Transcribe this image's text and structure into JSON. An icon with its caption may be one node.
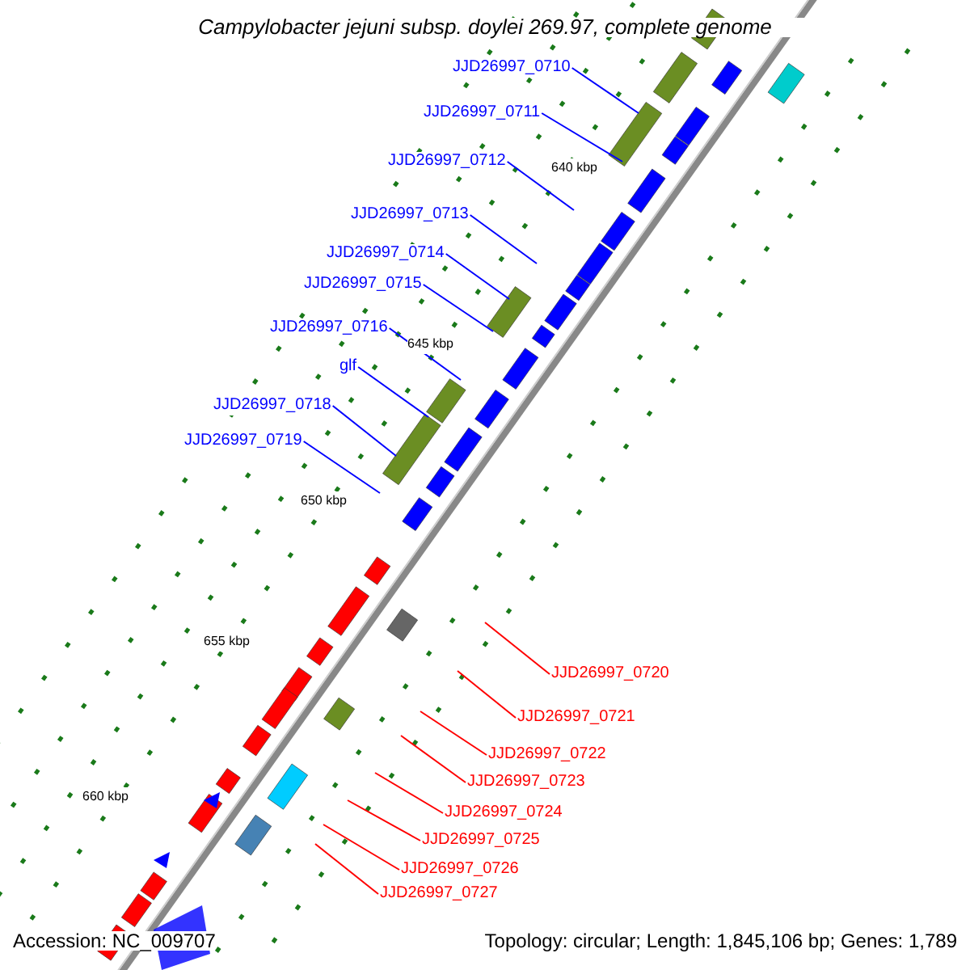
{
  "diagram": {
    "title": "Campylobacter jejuni subsp. doylei 269.97, complete genome",
    "nodes": [
      {
        "text": [
          "JJD26997_0710"
        ]
      },
      {
        "text": [
          "JJD26997_0711"
        ]
      },
      {
        "text": [
          "JJD26997_0712"
        ]
      },
      {
        "text": [
          "JJD26997_0713"
        ]
      },
      {
        "text": [
          "JJD26997_0714"
        ]
      },
      {
        "text": [
          "JJD26997_0715"
        ]
      },
      {
        "text": [
          "JJD26997_0716"
        ]
      },
      {
        "text": [
          "glf"
        ]
      },
      {
        "text": [
          "JJD26997_0718"
        ]
      },
      {
        "text": [
          "JJD26997_0719"
        ]
      },
      {
        "text": [
          "JJD26997_0720"
        ]
      },
      {
        "text": [
          "JJD26997_0721"
        ]
      },
      {
        "text": [
          "JJD26997_0722"
        ]
      },
      {
        "text": [
          "JJD26997_0723"
        ]
      },
      {
        "text": [
          "JJD26997_0724"
        ]
      },
      {
        "text": [
          "JJD26997_0725"
        ]
      },
      {
        "text": [
          "JJD26997_0726"
        ]
      },
      {
        "text": [
          "JJD26997_0727"
        ]
      }
    ],
    "edges": [
      {
        "from": 0,
        "to": null,
        "arrow": "none"
      },
      {
        "from": 1,
        "to": null,
        "arrow": "none"
      },
      {
        "from": 2,
        "to": null,
        "arrow": "none"
      },
      {
        "from": 3,
        "to": null,
        "arrow": "none"
      },
      {
        "from": 4,
        "to": null,
        "arrow": "none"
      },
      {
        "from": 5,
        "to": null,
        "arrow": "none"
      },
      {
        "from": 6,
        "to": null,
        "arrow": "none"
      },
      {
        "from": 7,
        "to": null,
        "arrow": "none"
      },
      {
        "from": 8,
        "to": null,
        "arrow": "none"
      },
      {
        "from": 9,
        "to": null,
        "arrow": "none"
      },
      {
        "from": 10,
        "to": null,
        "arrow": "none",
        "color": "#ff0000"
      },
      {
        "from": 11,
        "to": null,
        "arrow": "none",
        "color": "#ff0000"
      },
      {
        "from": 12,
        "to": null,
        "arrow": "none",
        "color": "#ff0000"
      },
      {
        "from": 13,
        "to": null,
        "arrow": "none",
        "color": "#ff0000"
      },
      {
        "from": 14,
        "to": null,
        "arrow": "none",
        "color": "#ff0000"
      },
      {
        "from": 15,
        "to": null,
        "arrow": "none",
        "color": "#ff0000"
      },
      {
        "from": 16,
        "to": null,
        "arrow": "none",
        "color": "#ff0000"
      },
      {
        "from": 17,
        "to": null,
        "arrow": "none",
        "color": "#ff0000"
      }
    ],
    "labels": [
      "640 kbp",
      "645 kbp",
      "650 kbp",
      "655 kbp",
      "660 kbp",
      "Accession: NC_009707",
      "Topology: circular; Length: 1,845,106 bp; Genes: 1,789"
    ]
  }
}
